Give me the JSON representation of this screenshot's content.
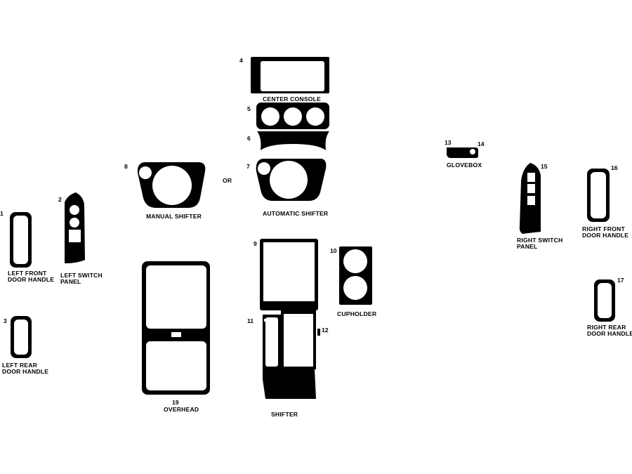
{
  "labels": {
    "center_console": "CENTER CONSOLE",
    "manual_shifter": "MANUAL SHIFTER",
    "or": "OR",
    "automatic_shifter": "AUTOMATIC SHIFTER",
    "glovebox": "GLOVEBOX",
    "right_switch_panel_1": "RIGHT SWITCH",
    "right_switch_panel_2": "PANEL",
    "right_front_door_1": "RIGHT FRONT",
    "right_front_door_2": "DOOR HANDLE",
    "left_front_door_1": "LEFT FRONT",
    "left_front_door_2": "DOOR HANDLE",
    "left_switch_panel_1": "LEFT SWITCH",
    "left_switch_panel_2": "PANEL",
    "left_rear_door_1": "LEFT REAR",
    "left_rear_door_2": "DOOR HANDLE",
    "cupholder": "CUPHOLDER",
    "right_rear_door_1": "RIGHT REAR",
    "right_rear_door_2": "DOOR HANDLE",
    "overhead": "OVERHEAD",
    "shifter": "SHIFTER"
  },
  "numbers": {
    "n1": "1",
    "n2": "2",
    "n3": "3",
    "n4": "4",
    "n5": "5",
    "n6": "6",
    "n7": "7",
    "n8": "8",
    "n9": "9",
    "n10": "10",
    "n11": "11",
    "n12": "12",
    "n13": "13",
    "n14": "14",
    "n15": "15",
    "n16": "16",
    "n17": "17",
    "n19": "19"
  },
  "colors": {
    "ink": "#000000",
    "background": "#ffffff"
  }
}
